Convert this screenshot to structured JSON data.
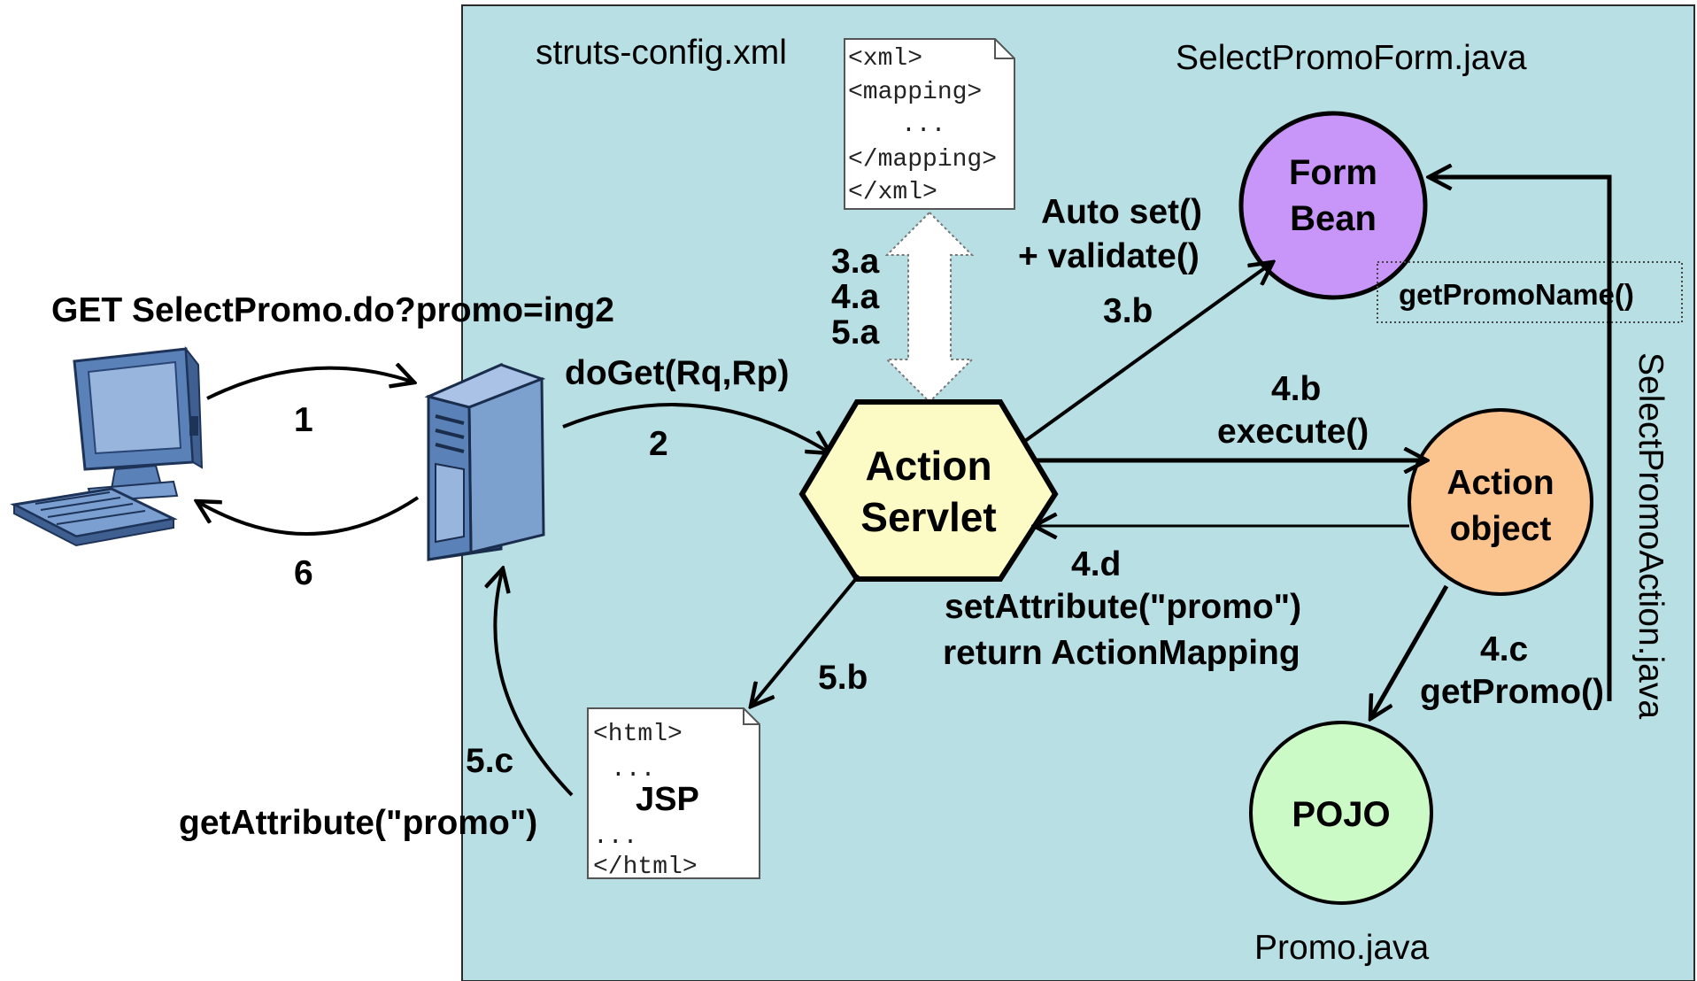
{
  "container": {
    "config_file": "struts-config.xml",
    "form_file": "SelectPromoForm.java",
    "action_file": "SelectPromoAction.java",
    "pojo_file": "Promo.java"
  },
  "request": {
    "url": "GET SelectPromo.do?promo=ing2"
  },
  "xml_doc": {
    "lines": [
      "<xml>",
      "<mapping>",
      "...",
      "</mapping>",
      "</xml>"
    ]
  },
  "jsp_doc": {
    "lines": [
      "<html>",
      "...",
      "JSP",
      "...",
      "</html>"
    ]
  },
  "nodes": {
    "servlet": [
      "Action",
      "Servlet"
    ],
    "form_bean": [
      "Form",
      "Bean"
    ],
    "action_object": [
      "Action",
      "object"
    ],
    "pojo": "POJO"
  },
  "methods": {
    "getter": "getPromoName()"
  },
  "steps": {
    "s1": "1",
    "s6": "6",
    "s2_call": "doGet(Rq,Rp)",
    "s2": "2",
    "s3a": "3.a",
    "s4a": "4.a",
    "s5a": "5.a",
    "s3b_line1": "Auto set()",
    "s3b_line2": "+ validate()",
    "s3b": "3.b",
    "s4b": "4.b",
    "s4b_call": "execute()",
    "s4d": "4.d",
    "s4d_line1": "setAttribute(\"promo\")",
    "s4d_line2": "return  ActionMapping",
    "s4c": "4.c",
    "s4c_call": "getPromo()",
    "s5b": "5.b",
    "s5c": "5.c",
    "s5c_call": "getAttribute(\"promo\")"
  },
  "colors": {
    "container": "#b8dfe3",
    "servlet": "#fdfbc5",
    "form_bean": "#c896f8",
    "action_object": "#fbc48f",
    "pojo": "#ccfac7",
    "monitor": "#5b82b8",
    "server": "#7da1cf"
  }
}
